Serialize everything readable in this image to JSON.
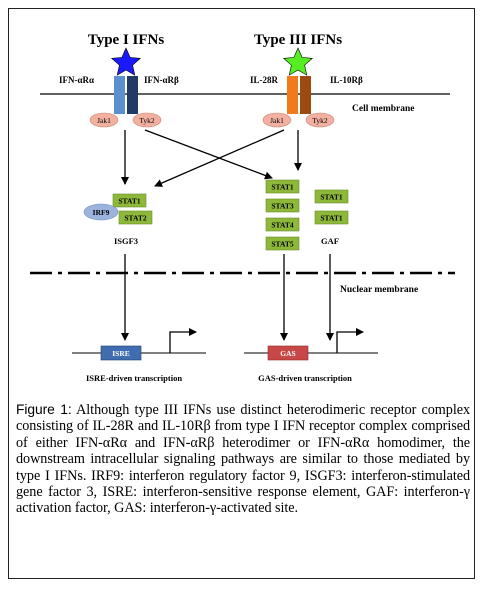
{
  "diagram": {
    "type1_title": "Type I IFNs",
    "type3_title": "Type III IFNs",
    "ifnar_alpha": "IFN-αRα",
    "ifnar_beta": "IFN-αRβ",
    "il28r": "IL-28R",
    "il10rb": "IL-10Rβ",
    "cell_membrane": "Cell membrane",
    "nuclear_membrane": "Nuclear membrane",
    "jak1": "Jak1",
    "tyk2": "Tyk2",
    "stat1": "STAT1",
    "stat2": "STAT2",
    "stat3": "STAT3",
    "stat4": "STAT4",
    "stat5": "STAT5",
    "irf9": "IRF9",
    "isgf3": "ISGF3",
    "gaf": "GAF",
    "isre": "ISRE",
    "gas": "GAS",
    "isre_transcription": "ISRE-driven transcription",
    "gas_transcription": "GAS-driven transcription"
  },
  "colors": {
    "star_type1": "#1a1aff",
    "star_type3": "#55ee22",
    "ifnar_alpha": "#5b8fd0",
    "ifnar_beta": "#1f3b66",
    "il28r": "#f07a1c",
    "il10rb": "#9c4a10",
    "kinase": "#f2b0a0",
    "stat": "#8db83a",
    "irf9": "#9bb3dd",
    "isre_box": "#3f6db0",
    "gas_box": "#c84848"
  },
  "caption": {
    "label": "Figure 1:",
    "text": "Although type III IFNs use distinct heterodimeric receptor complex consisting of IL-28R and IL-10Rβ from type I IFN receptor complex comprised of either IFN-αRα and IFN-αRβ heterodimer or IFN-αRα homodimer, the downstream intracellular signaling pathways are similar to those mediated by type I IFNs. IRF9: interferon regulatory factor 9, ISGF3: interferon-stimulated gene factor 3, ISRE: interferon-sensitive response element, GAF: interferon-γ activation factor, GAS: interferon-γ-activated site."
  }
}
